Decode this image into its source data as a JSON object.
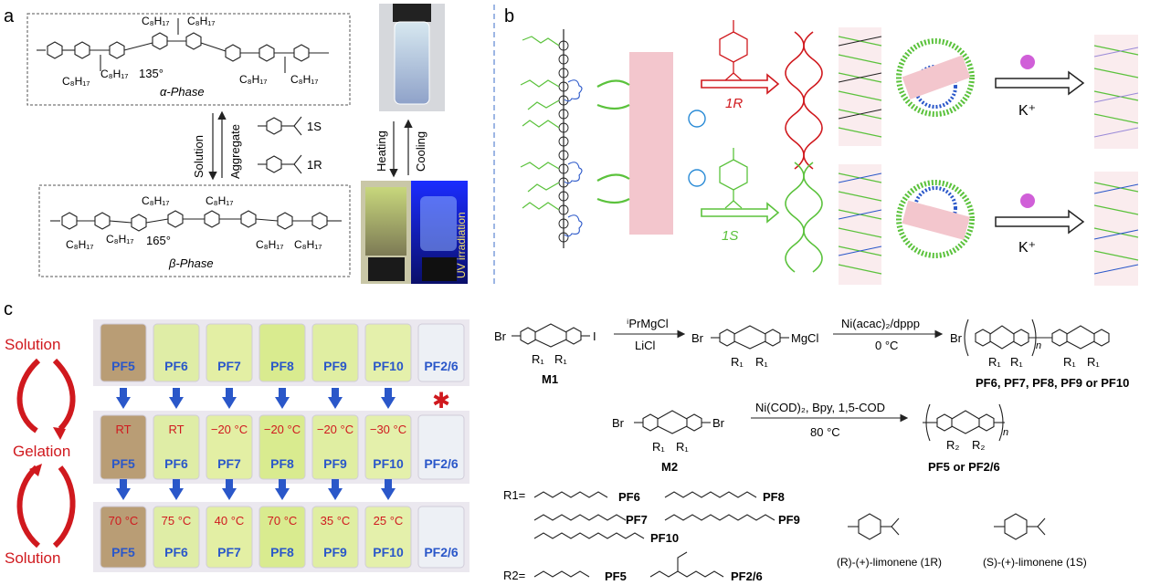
{
  "panels": {
    "a": {
      "letter": "a",
      "alpha_phase": "α-Phase",
      "beta_phase": "β-Phase",
      "angle_alpha": "135°",
      "angle_beta": "165°",
      "substituent": "C₈H₁₇",
      "arrow_left_top": "Aggregate",
      "arrow_left_bottom": "Solution",
      "limonene_1S": "1S",
      "limonene_1R": "1R",
      "arrow_right_top": "Cooling",
      "arrow_right_bottom": "Heating",
      "uv_label": "UV irradiation"
    },
    "b": {
      "letter": "b",
      "label_1R": "1R",
      "label_1S": "1S",
      "ion_top": "K⁺",
      "ion_bottom": "K⁺"
    },
    "c": {
      "letter": "c",
      "cycle_labels": [
        "Solution",
        "Gelation",
        "Solution"
      ],
      "rows": [
        {
          "vials": [
            "PF5",
            "PF6",
            "PF7",
            "PF8",
            "PF9",
            "PF10",
            "PF2/6"
          ]
        },
        {
          "temps": [
            "RT",
            "RT",
            "−20 °C",
            "−20 °C",
            "−20 °C",
            "−30 °C",
            ""
          ],
          "vials": [
            "PF5",
            "PF6",
            "PF7",
            "PF8",
            "PF9",
            "PF10",
            "PF2/6"
          ]
        },
        {
          "temps": [
            "70 °C",
            "75 °C",
            "40 °C",
            "70 °C",
            "35 °C",
            "25 °C",
            ""
          ],
          "vials": [
            "PF5",
            "PF6",
            "PF7",
            "PF8",
            "PF9",
            "PF10",
            "PF2/6"
          ]
        }
      ],
      "no_gel_mark": "✱"
    },
    "synthesis": {
      "m1": "M1",
      "m2": "M2",
      "reagent1_top": "ⁱPrMgCl",
      "reagent1_bottom": "LiCl",
      "reagent2_top": "Ni(acac)₂/dppp",
      "reagent2_bottom": "0 °C",
      "reagent3_top": "Ni(COD)₂, Bpy, 1,5-COD",
      "reagent3_bottom": "80 °C",
      "mgcl": "MgCl",
      "br": "Br",
      "i": "I",
      "r1": "R₁",
      "r2": "R₂",
      "n": "n",
      "product1": "PF6, PF7, PF8, PF9 or PF10",
      "product2": "PF5 or PF2/6",
      "r1_eq": "R1=",
      "r2_eq": "R2=",
      "chains": [
        "PF6",
        "PF7",
        "PF10",
        "PF8",
        "PF9",
        "PF5",
        "PF2/6"
      ],
      "lim_R": "(R)-(+)-limonene (1R)",
      "lim_S": "(S)-(+)-limonene (1S)"
    }
  },
  "colors": {
    "red": "#d0191e",
    "green": "#5bc23c",
    "blue": "#2a57c9",
    "pink": "#f3c6cd",
    "gel_yellow": "#dbe98a",
    "vial_bg": "#e9e6ee"
  }
}
